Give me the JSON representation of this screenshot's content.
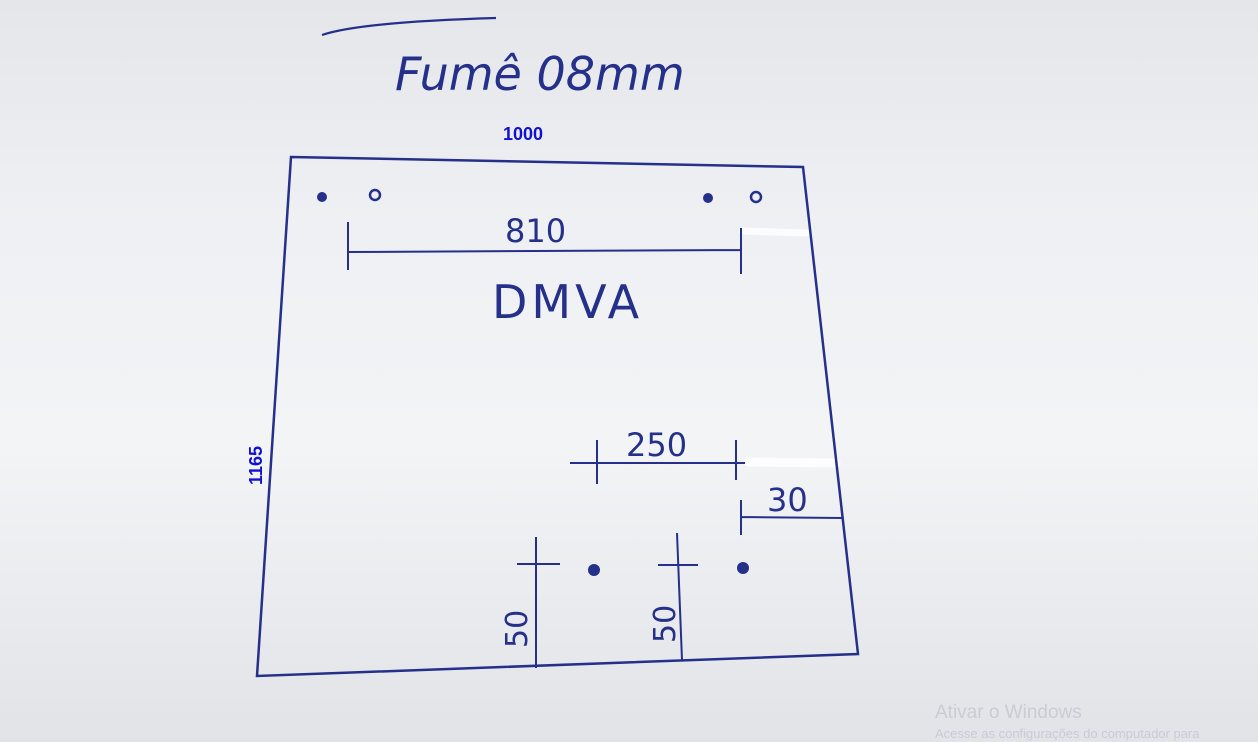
{
  "sheet": {
    "title": "Fumê 08mm",
    "code": "DMVA"
  },
  "dimensions": {
    "width": "1000",
    "height": "1165",
    "hole_spacing": "810",
    "lower_spacing": "250",
    "edge_offset": "30",
    "bottom_offset_left": "50",
    "bottom_offset_right": "50"
  },
  "watermark": {
    "title": "Ativar o Windows",
    "subtitle": "Acesse as configurações do computador para"
  },
  "colors": {
    "ink": "#25308a",
    "label": "#1010d0",
    "paper": "#eef0f3"
  }
}
